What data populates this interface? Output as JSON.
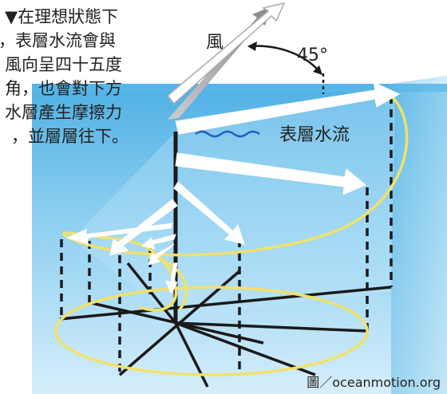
{
  "caption": {
    "lines": [
      "▼在理想狀態下",
      "，表層水流會與",
      "風向呈四十五度",
      "角，也會對下方",
      "水層產生摩擦力",
      "，並層層往下。"
    ]
  },
  "labels": {
    "wind": "風",
    "angle": "45°",
    "surface_current": "表層水流"
  },
  "credit": "圖／oceanmotion.org",
  "colors": {
    "water_top": "#5fb8e6",
    "water_mid": "#a9dcf4",
    "spiral": "#f0e68c",
    "arrow": "#ffffff",
    "axis": "#1a1a1a"
  }
}
